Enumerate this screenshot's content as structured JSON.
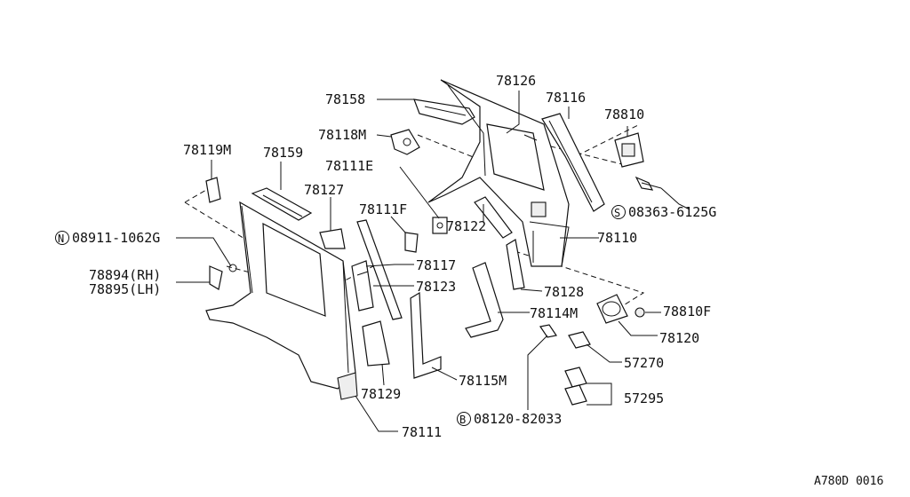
{
  "labels": {
    "l78158": "78158",
    "l78126": "78126",
    "l78116": "78116",
    "l78810": "78810",
    "l78118M": "78118M",
    "l78119M": "78119M",
    "l78159": "78159",
    "l78111E": "78111E",
    "l78127": "78127",
    "l78111F": "78111F",
    "s_bolt_s": "08363-6125G",
    "n_bolt": "08911-1062G",
    "l78122": "78122",
    "l78110": "78110",
    "l78894": "78894(RH)",
    "l78895": "78895(LH)",
    "l78117": "78117",
    "l78123": "78123",
    "l78128": "78128",
    "l78114M": "78114M",
    "l78810F": "78810F",
    "l78120": "78120",
    "l57270": "57270",
    "l78129": "78129",
    "l78115M": "78115M",
    "l57295": "57295",
    "b_bolt": "08120-82033",
    "l78111": "78111",
    "code": "A780D 0016"
  },
  "prefixes": {
    "s": "S",
    "n": "N",
    "b": "B"
  }
}
